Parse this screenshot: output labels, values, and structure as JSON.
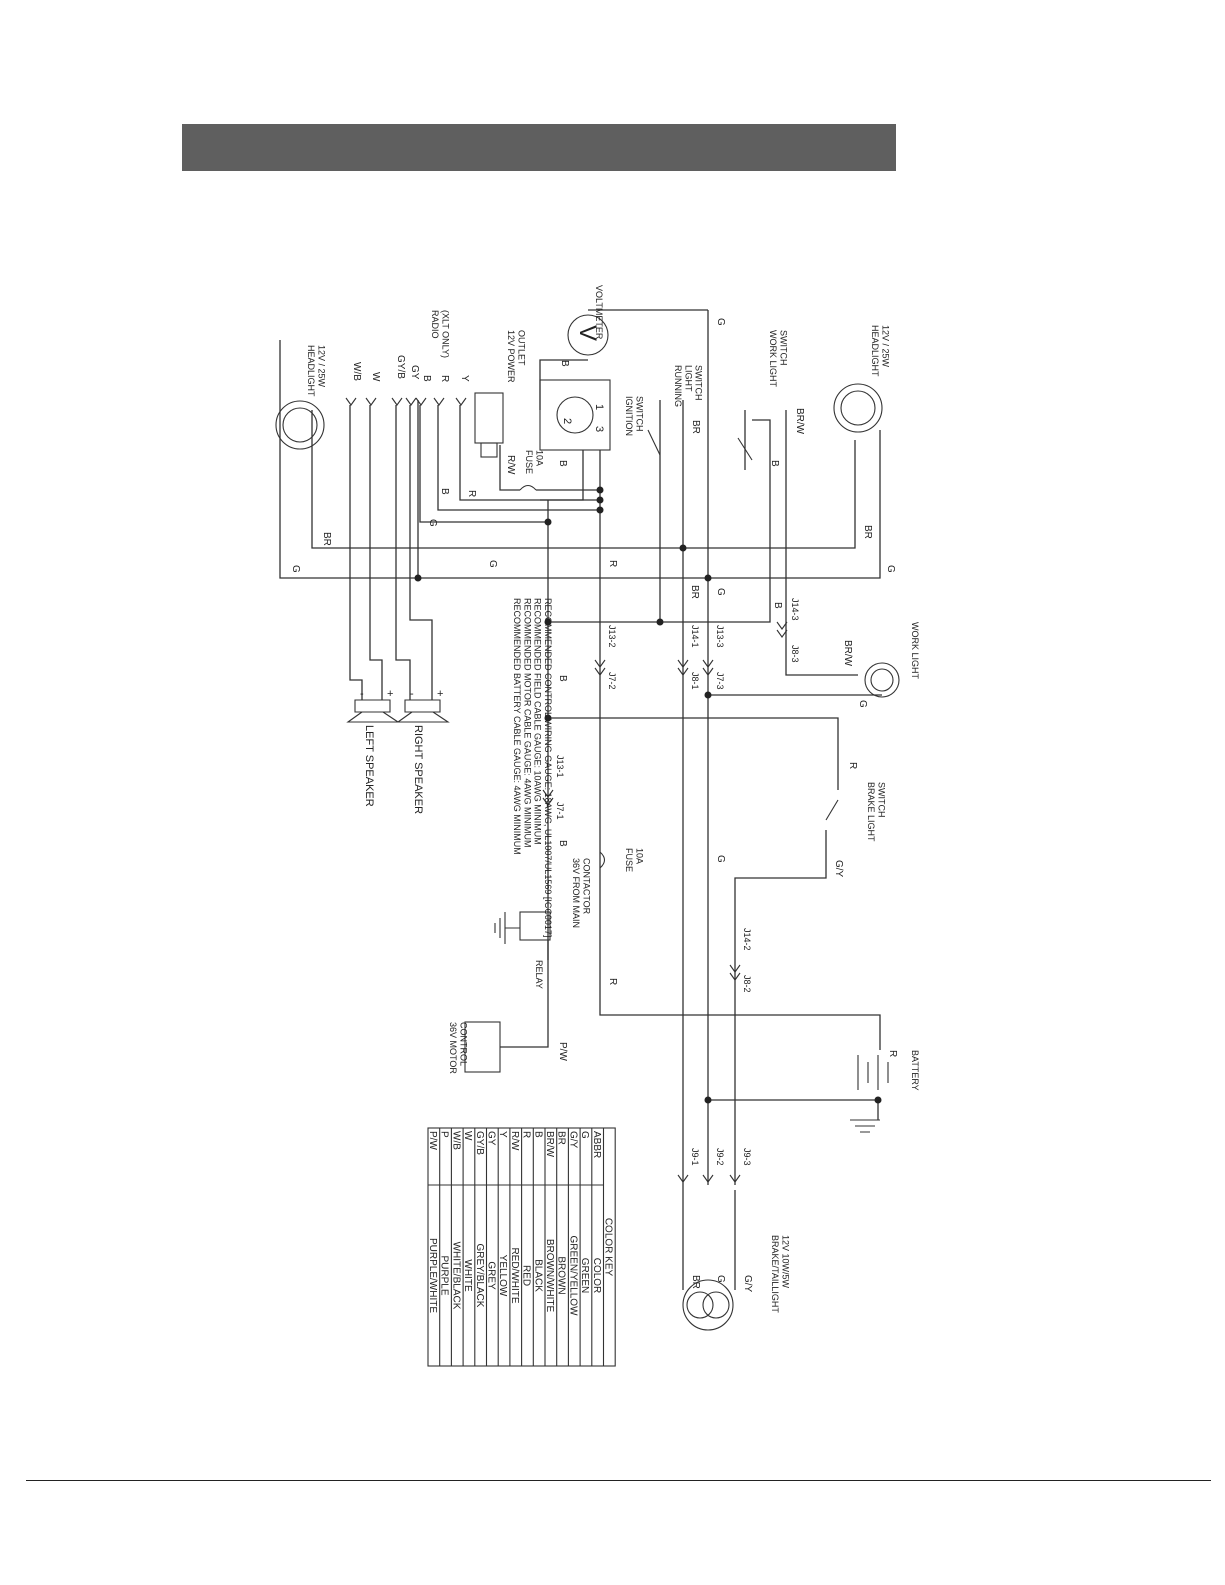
{
  "labels": {
    "headlight_left": "HEADLIGHT\n12V / 25W",
    "headlight_right": "HEADLIGHT\n12V / 25W",
    "radio": "RADIO\n(XLT ONLY)",
    "power_outlet": "12V POWER\nOUTLET",
    "voltmeter": "VOLTMETER",
    "voltmeter_symbol": "V",
    "ignition_switch": "IGNITION\nSWITCH",
    "running_light_switch": "RUNNING\nLIGHT\nSWITCH",
    "work_light_switch": "WORK LIGHT\nSWITCH",
    "work_light": "WORK LIGHT",
    "brake_light_switch": "BRAKE LIGHT\nSWITCH",
    "battery": "BATTERY",
    "brake_taillight": "BRAKE/TAILLIGHT\n12V 10W/5W",
    "left_speaker": "LEFT SPEAKER",
    "right_speaker": "RIGHT SPEAKER",
    "fuse_top": "FUSE\n10A",
    "fuse_mid": "FUSE\n10A",
    "relay": "RELAY",
    "contactor": "36V FROM MAIN\nCONTACTOR",
    "motor_control": "36V MOTOR\nCONTROL",
    "ign_pins": [
      "1",
      "2",
      "3"
    ],
    "recommendations": [
      "RECOMMENDED BATTERY CABLE GAUGE: 4AWG MINIMUM",
      "RECOMMENDED MOTOR CABLE GAUGE: 4AWG MINIMUM",
      "RECOMMENDED FIELD CABLE GAUGE: 10AWG MINIMUM",
      "RECOMMENDED CONTROL WIRING GAUGE: 18AWG, UL1007/UL1569 [ICC0017]"
    ]
  },
  "wire_codes": {
    "g": "G",
    "br": "BR",
    "b": "B",
    "r": "R",
    "brw": "BR/W",
    "rw": "R/W",
    "gy": "G/Y",
    "pw": "P/W",
    "y": "Y",
    "gray": "GY",
    "gyb": "GY/B",
    "w": "W",
    "wb": "W/B"
  },
  "connectors": {
    "j14_3": "J14-3",
    "j8_3": "J8-3",
    "j13_3": "J13-3",
    "j7_3": "J7-3",
    "j14_1": "J14-1",
    "j8_1": "J8-1",
    "j13_2": "J13-2",
    "j7_2": "J7-2",
    "j13_1": "J13-1",
    "j7_1": "J7-1",
    "j14_2": "J14-2",
    "j8_2": "J8-2",
    "j9_1": "J9-1",
    "j9_2": "J9-2",
    "j9_3": "J9-3"
  },
  "color_key": {
    "title": "COLOR KEY",
    "headers": [
      "ABBR",
      "COLOR"
    ],
    "rows": [
      [
        "G",
        "GREEN"
      ],
      [
        "G/Y",
        "GREEN/YELLOW"
      ],
      [
        "BR",
        "BROWN"
      ],
      [
        "BR/W",
        "BROWN/WHITE"
      ],
      [
        "B",
        "BLACK"
      ],
      [
        "R",
        "RED"
      ],
      [
        "R/W",
        "RED/WHITE"
      ],
      [
        "Y",
        "YELLOW"
      ],
      [
        "GY",
        "GREY"
      ],
      [
        "GY/B",
        "GREY/BLACK"
      ],
      [
        "W",
        "WHITE"
      ],
      [
        "W/B",
        "WHITE/BLACK"
      ],
      [
        "P",
        "PURPLE"
      ],
      [
        "P/W",
        "PURPLE/WHITE"
      ]
    ]
  },
  "polarity": {
    "plus": "+",
    "minus": "-"
  }
}
